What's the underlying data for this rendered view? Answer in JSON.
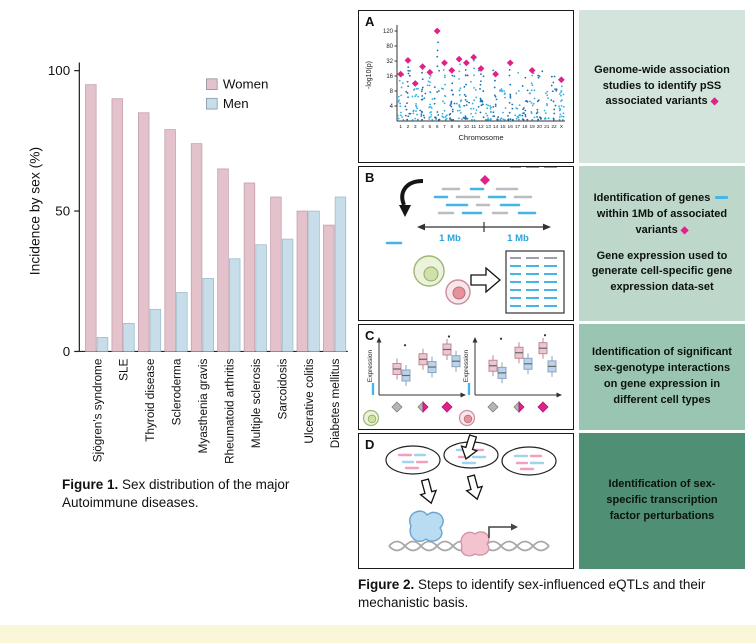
{
  "figure1": {
    "caption_label": "Figure 1.",
    "caption_text": " Sex distribution of the major Autoimmune diseases."
  },
  "figure2": {
    "caption_label": "Figure 2.",
    "caption_text": " Steps to identify sex-influenced eQTLs and their mechanistic basis.",
    "panel_a": {
      "label": "A",
      "desc": "Genome-wide association studies to identify pSS associated variants",
      "box_color": "#d3e4dc"
    },
    "panel_b": {
      "label": "B",
      "desc1_pre": "Identification of genes",
      "desc1_post": "within 1Mb of associated variants",
      "desc2": "Gene expression used to generate cell-specific gene expression data-set",
      "mb_left": "1 Mb",
      "mb_right": "1 Mb",
      "box_color": "#bdd7cb"
    },
    "panel_c": {
      "label": "C",
      "desc": "Identification of significant sex-genotype interactions on gene expression in different cell types",
      "box_color": "#9bc5b3"
    },
    "panel_d": {
      "label": "D",
      "desc": "Identification of sex-specific transcription factor perturbations",
      "box_color": "#4f8f74"
    }
  },
  "icons": {
    "variant_diamond": "◆"
  },
  "page": {
    "highlight_strip_color": "#faf6d8"
  },
  "chart_data": [
    {
      "id": "figure1-sex-distribution",
      "type": "bar",
      "title": "",
      "xlabel": "",
      "ylabel": "Incidence by sex (%)",
      "ylim": [
        0,
        100
      ],
      "yticks": [
        0,
        50,
        100
      ],
      "grid": false,
      "legend_position": "top-right",
      "categories": [
        "Sjögren's syndrome",
        "SLE",
        "Thyroid disease",
        "Scleroderma",
        "Myasthenia gravis",
        "Rheumatoid arthritis",
        "Multiple sclerosis",
        "Sarcoidosis",
        "Ulcerative colitis",
        "Diabetes mellitus"
      ],
      "series": [
        {
          "name": "Women",
          "color": "#e3c2cb",
          "edge": "#c09aa7",
          "values": [
            95,
            90,
            85,
            79,
            74,
            65,
            60,
            55,
            50,
            45
          ]
        },
        {
          "name": "Men",
          "color": "#c7dde9",
          "edge": "#9ab9c9",
          "values": [
            5,
            10,
            15,
            21,
            26,
            33,
            38,
            40,
            50,
            55
          ]
        }
      ]
    },
    {
      "id": "figure2a-manhattan",
      "type": "scatter",
      "subtype": "manhattan",
      "ylabel": "-log10(p)",
      "xlabel": "Chromosome",
      "yticks": [
        4,
        8,
        16,
        32,
        80,
        120
      ],
      "x_categories": [
        "1",
        "2",
        "3",
        "4",
        "5",
        "6",
        "7",
        "8",
        "9",
        "10",
        "11",
        "12",
        "13",
        "14",
        "15",
        "16",
        "17",
        "18",
        "19",
        "20",
        "21",
        "22",
        "X"
      ],
      "point_colors": [
        "#33b1e0",
        "#1b6fae"
      ],
      "peak_color": "#e0218a",
      "peaks": [
        {
          "chr": "1",
          "neg_log10_p": 18
        },
        {
          "chr": "2",
          "neg_log10_p": 34
        },
        {
          "chr": "3",
          "neg_log10_p": 12
        },
        {
          "chr": "4",
          "neg_log10_p": 26
        },
        {
          "chr": "5",
          "neg_log10_p": 20
        },
        {
          "chr": "6",
          "neg_log10_p": 120
        },
        {
          "chr": "7",
          "neg_log10_p": 30
        },
        {
          "chr": "8",
          "neg_log10_p": 22
        },
        {
          "chr": "9",
          "neg_log10_p": 38
        },
        {
          "chr": "10",
          "neg_log10_p": 30
        },
        {
          "chr": "11",
          "neg_log10_p": 44
        },
        {
          "chr": "12",
          "neg_log10_p": 24
        },
        {
          "chr": "14",
          "neg_log10_p": 18
        },
        {
          "chr": "16",
          "neg_log10_p": 30
        },
        {
          "chr": "19",
          "neg_log10_p": 22
        },
        {
          "chr": "X",
          "neg_log10_p": 14
        }
      ]
    },
    {
      "id": "figure2c-boxplots",
      "type": "box",
      "ylabel": "Expression",
      "x_glyphs": [
        "gray-diamond",
        "gray-pink-diamond",
        "pink-diamond"
      ],
      "series_colors": {
        "pink": "#eec6cf",
        "blue": "#bcd4ea"
      },
      "panels": [
        {
          "cell_icon": "green-spiky-cell",
          "pink_medians": [
            4.0,
            5.5,
            7.0
          ],
          "blue_medians": [
            3.0,
            4.3,
            5.2
          ]
        },
        {
          "cell_icon": "pink-round-cell",
          "pink_medians": [
            4.5,
            6.5,
            7.2
          ],
          "blue_medians": [
            3.4,
            4.8,
            4.4
          ]
        }
      ]
    }
  ]
}
